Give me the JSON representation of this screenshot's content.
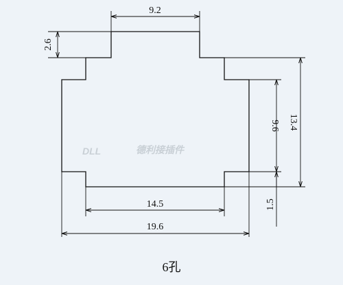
{
  "watermark": {
    "brand": "DLL",
    "company": "德利接插件"
  },
  "dimensions": {
    "top_width": "9.2",
    "step_height": "2.6",
    "inner_height": "9.6",
    "total_height": "13.4",
    "bottom_width": "14.5",
    "bottom_gap": "1.5",
    "total_width": "19.6"
  },
  "caption": "6孔",
  "colors": {
    "background": "#eef3f8",
    "line": "#111111",
    "watermark": "#c9d0d6"
  }
}
